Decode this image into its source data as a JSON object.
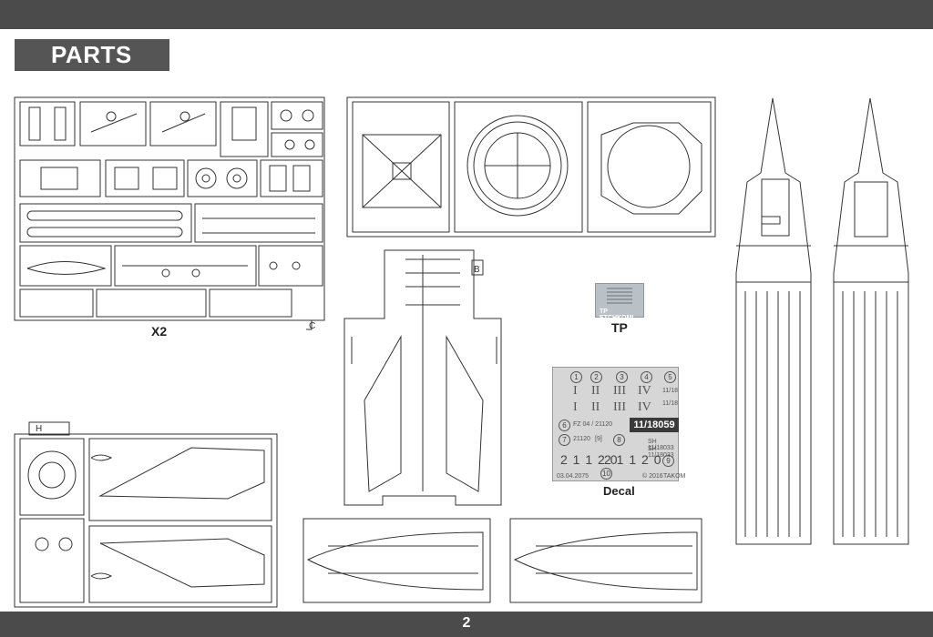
{
  "section_title": "PARTS",
  "captions": {
    "sprue_multiplier": "X2",
    "photo_etch": "TP",
    "decal": "Decal"
  },
  "page_number": "2",
  "photo_etch_label": "TP ETCHKOMI",
  "sprue_letters": [
    "B",
    "C",
    "H"
  ],
  "decal_sheet": {
    "circled_numbers": [
      "1",
      "2",
      "3",
      "4",
      "5",
      "6",
      "7",
      "8",
      "9",
      "10"
    ],
    "roman_numerals": [
      "I",
      "II",
      "III",
      "IV"
    ],
    "marking_11_18": "11/18",
    "serial": "11/18059",
    "fz_code": "FZ 04 / 21120",
    "code_21120": "21120",
    "code_bracket": "[9]",
    "sh_code_1": "SH 11/18033",
    "sh_code_2": "SH 11/18033",
    "big_numbers": [
      "2 1 1 2 0",
      "2 1 1 2 0"
    ],
    "date": "03.04.2075",
    "copyright": "© 2016",
    "brand": "TAKOM"
  },
  "colors": {
    "band": "#4b4b4b",
    "title_block": "#555555",
    "line_art": "#333333",
    "decal_background": "#d6d6d6",
    "photo_etch": "#b9c1c7"
  }
}
